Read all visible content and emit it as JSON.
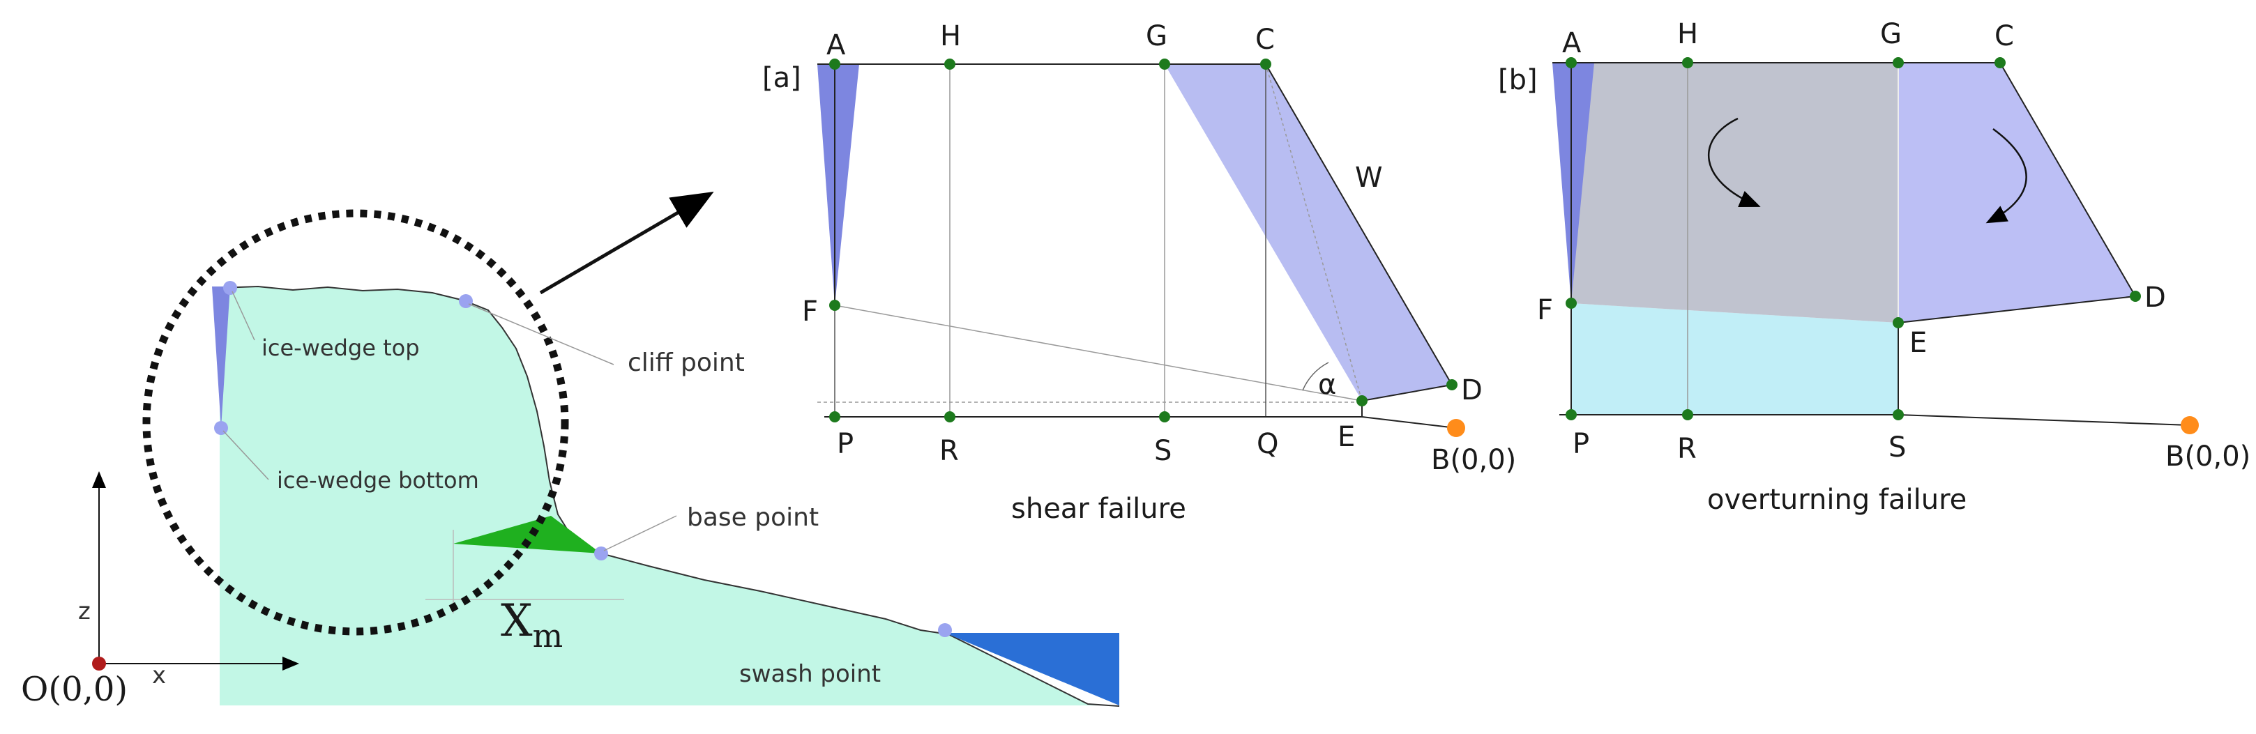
{
  "colors": {
    "cliff_fill": "#c2f7e6",
    "ice_wedge": "#7d86e0",
    "sea_wedge": "#2a6fd6",
    "notch": "#1fb01f",
    "node": "#1d7a1d",
    "marker": "#9aa3f0",
    "origin": "#b01c1c",
    "pivot": "#ff8c1a",
    "shear_block": "#b8bdf2",
    "overturn_grey": "#c0c3cf",
    "overturn_blue": "#bcbff5",
    "overturn_cyan": "#c1eef7"
  },
  "overview": {
    "origin_label": "O(0,0)",
    "x_axis_label": "x",
    "z_axis_label": "z",
    "xm_label": "X",
    "xm_sub": "m",
    "annotations": {
      "ice_wedge_top": "ice-wedge top",
      "ice_wedge_bottom": "ice-wedge bottom",
      "cliff_point": "cliff point",
      "base_point": "base point",
      "swash_point": "swash point"
    }
  },
  "panel_a": {
    "tag": "[a]",
    "title": "shear failure",
    "weight_label": "W",
    "angle_label": "α",
    "pivot_label": "B(0,0)",
    "points": {
      "A": "A",
      "H": "H",
      "G": "G",
      "C": "C",
      "F": "F",
      "D": "D",
      "E": "E",
      "P": "P",
      "R": "R",
      "S": "S",
      "Q": "Q"
    }
  },
  "panel_b": {
    "tag": "[b]",
    "title": "overturning failure",
    "pivot_label": "B(0,0)",
    "points": {
      "A": "A",
      "H": "H",
      "G": "G",
      "C": "C",
      "F": "F",
      "D": "D",
      "E": "E",
      "P": "P",
      "R": "R",
      "S": "S"
    }
  }
}
